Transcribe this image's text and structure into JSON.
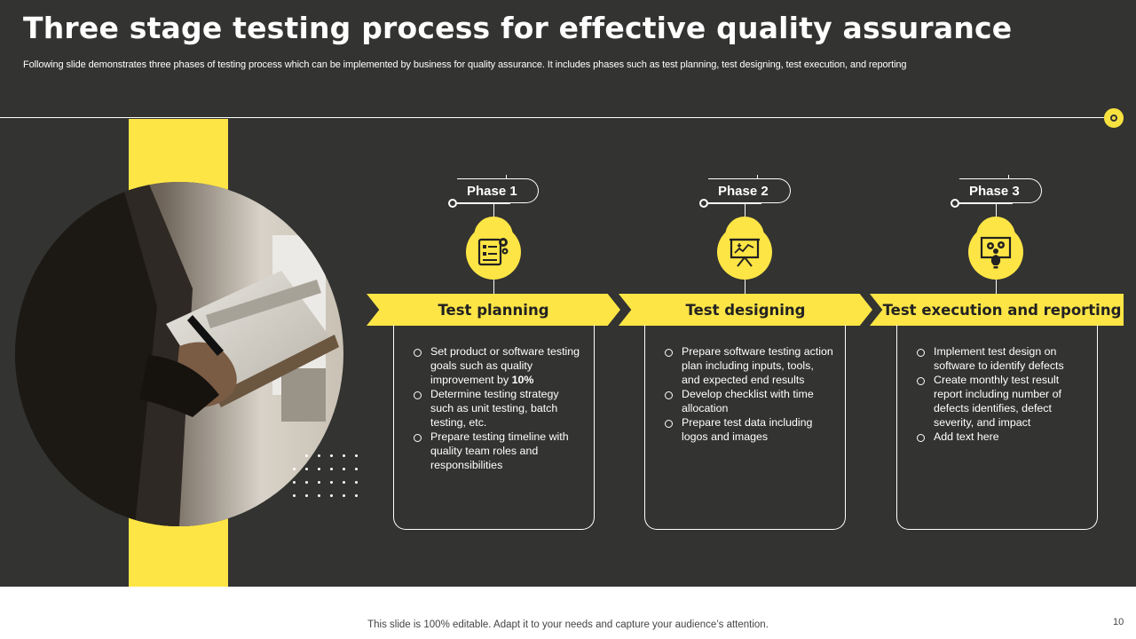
{
  "slide": {
    "title": "Three stage testing process for effective quality assurance",
    "subtitle": "Following slide demonstrates three phases of testing process which can be implemented by business for quality assurance. It includes phases such as test planning, test designing, test execution, and reporting"
  },
  "colors": {
    "accent": "#fde545",
    "background": "#333331",
    "text": "#ffffff"
  },
  "phases": [
    {
      "label": "Phase 1",
      "icon": "planning-document-gear-icon",
      "title": "Test planning",
      "bullets": [
        {
          "text": "Set product or software testing goals such as quality improvement by ",
          "bold": "10%"
        },
        {
          "text": "Determine testing strategy such as unit testing, batch testing, etc.",
          "bold": ""
        },
        {
          "text": "Prepare testing timeline with quality team roles and responsibilities",
          "bold": ""
        }
      ]
    },
    {
      "label": "Phase 2",
      "icon": "presentation-board-icon",
      "title": "Test designing",
      "bullets": [
        {
          "text": "Prepare software testing action plan including inputs, tools, and expected end results",
          "bold": ""
        },
        {
          "text": "Develop  checklist with time allocation",
          "bold": ""
        },
        {
          "text": "Prepare test data including logos and images",
          "bold": ""
        }
      ]
    },
    {
      "label": "Phase 3",
      "icon": "lightbulb-gears-icon",
      "title": "Test execution and reporting",
      "bullets": [
        {
          "text": "Implement test design on software to identify defects",
          "bold": ""
        },
        {
          "text": "Create monthly test result report including number of defects identifies, defect severity, and impact",
          "bold": ""
        },
        {
          "text": "Add text here",
          "bold": ""
        }
      ]
    }
  ],
  "footer": {
    "note": "This slide is 100% editable. Adapt it to your needs and capture your audience’s attention.",
    "page_number": "10"
  }
}
